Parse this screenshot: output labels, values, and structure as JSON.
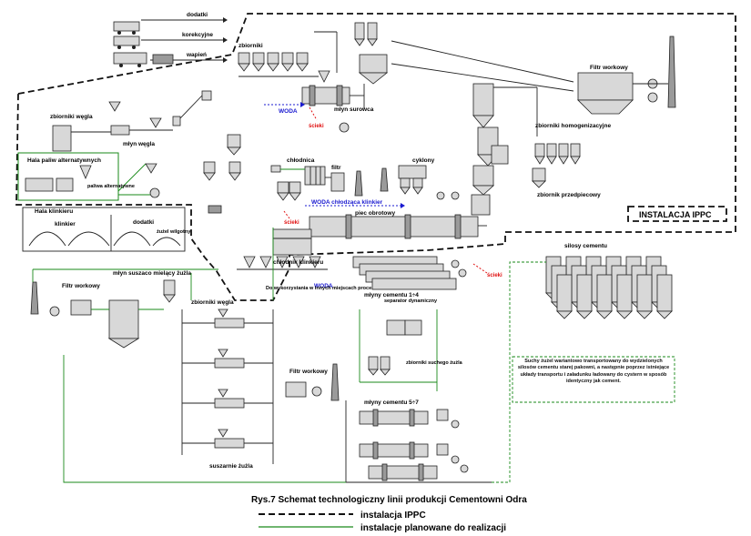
{
  "labels": {
    "dodatki_top": "dodatki",
    "korekcyjne": "korekcyjne",
    "wapien": "wapień",
    "zbiorniki_top": "zbiorniki",
    "zbiorniki_wegla": "zbiorniki węgla",
    "mlyn_wegla": "młyn węgla",
    "woda_1": "WODA",
    "sciek_1": "ścieki",
    "mlyn_surowca": "młyn surowca",
    "filtr_workowy_top": "Filtr workowy",
    "zbiorniki_homogenizacyjne": "zbiorniki homogenizacyjne",
    "cyklony": "cyklony",
    "zbiornik_przedpiecowy": "zbiornik przedpiecowy",
    "chlodnica": "chłodnica",
    "filtr": "filtr",
    "hala_paliw": "Hala paliw alternatywnych",
    "paliwa_alternatywne": "paliwa alternatywne",
    "woda_chlodzaca": "WODA chłodząca klinkier",
    "sciek_2": "ścieki",
    "piec_obrotowy": "piec obrotowy",
    "instalacja_ippc": "INSTALACJA IPPC",
    "hala_klinkieru": "Hala klinkieru",
    "klinkier": "klinkier",
    "dodatki_hala": "dodatki",
    "zuzel_wilgotny": "żużel wilgotny",
    "chlodnik_klinkieru": "chłodnik klinkieru",
    "woda_2": "WODA",
    "do_wykorzystania": "Do wykorzystania w innych miejscach procesu",
    "mlyny_cementu_1_4": "młyny cementu 1÷4",
    "sciek_3": "ścieki",
    "silosy_cementu": "silosy cementu",
    "filtr_workowy_left": "Filtr workowy",
    "mlyn_suszaco": "młyn suszaco mielący żużla",
    "zbiorniki_wegla_left": "zbiorniki węgla",
    "separator": "separator dynamiczny",
    "zbiorniki_suchego_zuzla": "zbiorniki suchego żużla",
    "filtr_workowy_mid": "Filtr workowy",
    "mlyny_cementu_5_7": "młyny cementu 5÷7",
    "suszarnie_zuzla": "suszarnie żużla",
    "note_text": "Suchy żużel wariantowo transportowany do wydzielonych silosów cementu starej pakowni, a następnie poprzez istniejące układy transportu i załadunku ładowany do cystern w sposób identyczny jak cement."
  },
  "caption": "Rys.7 Schemat technologiczny linii produkcji Cementowni Odra",
  "legend": [
    {
      "label": "instalacja IPPC",
      "style": "dashed-black",
      "color": "#111111"
    },
    {
      "label": "instalacje planowane do realizacji",
      "style": "solid-green",
      "color": "#1a8a1a"
    }
  ],
  "colors": {
    "ippc_boundary": "#111111",
    "planned": "#1a8a1a",
    "water": "#1a1ad0",
    "wastewater": "#e01010",
    "equipment_fill": "#d8d8d8"
  }
}
